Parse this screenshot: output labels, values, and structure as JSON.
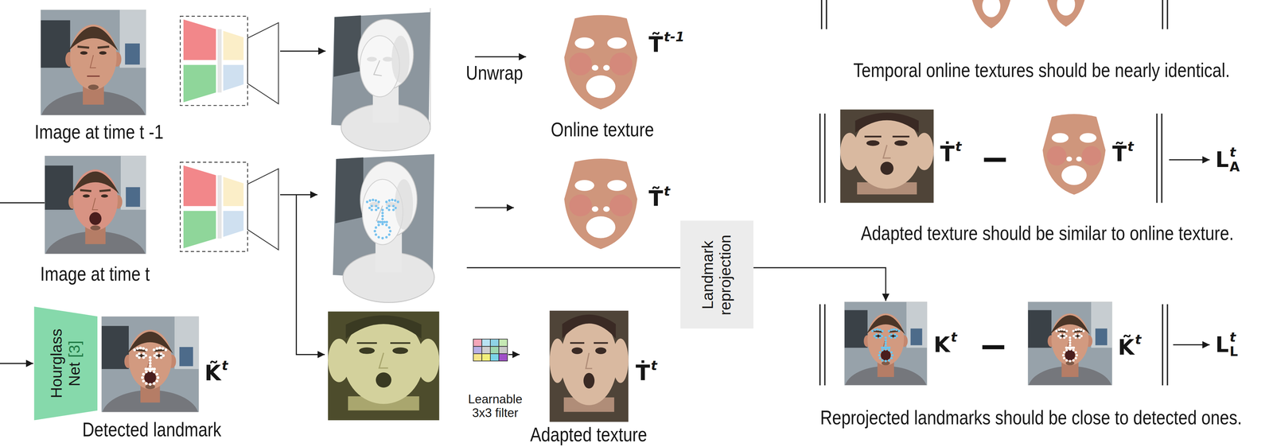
{
  "diagram": {
    "nodes": [
      {
        "text": [
          "Image at time t -1"
        ]
      },
      {
        "text": [
          "Image at time t"
        ]
      },
      {
        "text": [
          "Hourglass Net",
          "[3]"
        ]
      },
      {
        "text": [
          "K̃",
          "t",
          "Detected landmark"
        ]
      },
      {
        "text": [
          "T̃",
          "t-1",
          "Online texture"
        ]
      },
      {
        "text": [
          "T̃",
          "t"
        ]
      },
      {
        "text": [
          "Ṫ",
          "t",
          "Adapted texture"
        ]
      },
      {
        "text": [
          "Landmark reprojection"
        ]
      },
      {
        "text": [
          "K",
          "t"
        ]
      }
    ],
    "edges": [
      {
        "from": 7,
        "to": 8,
        "arrow": "to"
      }
    ],
    "labels": [
      "Unwrap",
      "Learnable 3x3 filter",
      "Temporal online textures should be nearly identical.",
      "Ṫ",
      "t",
      "T̃",
      "t",
      "L",
      "t",
      "A",
      "Adapted texture should be similar to online texture.",
      "K̃",
      "t",
      "L",
      "t",
      "L",
      "Reprojected landmarks should be close to detected ones."
    ]
  }
}
